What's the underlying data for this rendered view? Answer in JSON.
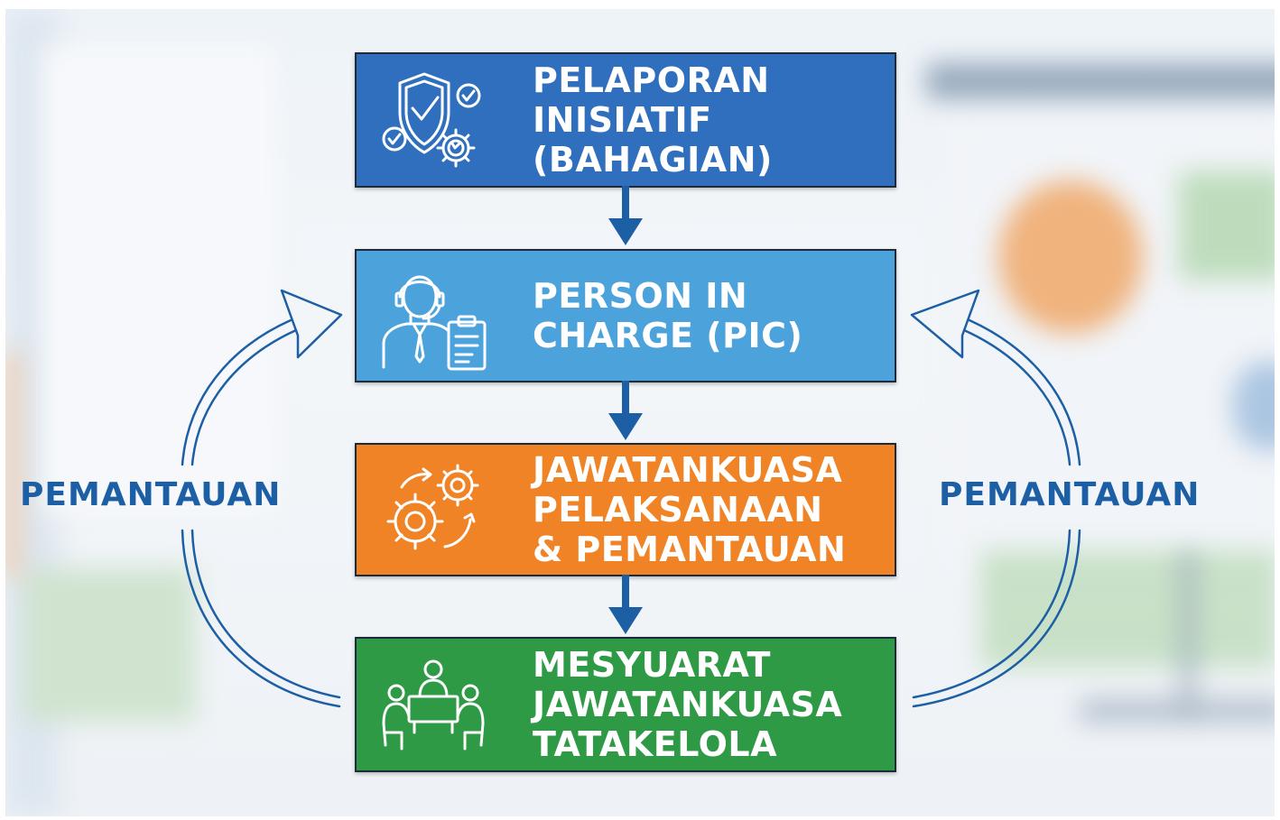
{
  "boxes": [
    {
      "id": "pelaporan",
      "color": "#2f6fbe",
      "icon": "shield-check-gear-icon",
      "lines": [
        "PELAPORAN",
        "INISIATIF",
        "(BAHAGIAN)"
      ]
    },
    {
      "id": "pic",
      "color": "#4ca3dc",
      "icon": "person-headset-clipboard-icon",
      "lines": [
        "PERSON IN",
        "CHARGE (PIC)"
      ]
    },
    {
      "id": "jawatankuasa",
      "color": "#ef8325",
      "icon": "gears-cycle-icon",
      "lines": [
        "JAWATANKUASA",
        "PELAKSANAAN",
        "& PEMANTAUAN"
      ]
    },
    {
      "id": "mesyuarat",
      "color": "#2f9a45",
      "icon": "meeting-table-icon",
      "lines": [
        "MESYUARAT",
        "JAWATANKUASA",
        "TATAKELOLA"
      ]
    }
  ],
  "side_labels": {
    "left": "PEMANTAUAN",
    "right": "PEMANTAUAN"
  },
  "colors": {
    "arrow": "#1d5fa5",
    "label": "#1d5fa5",
    "border": "#1d2a3a"
  }
}
